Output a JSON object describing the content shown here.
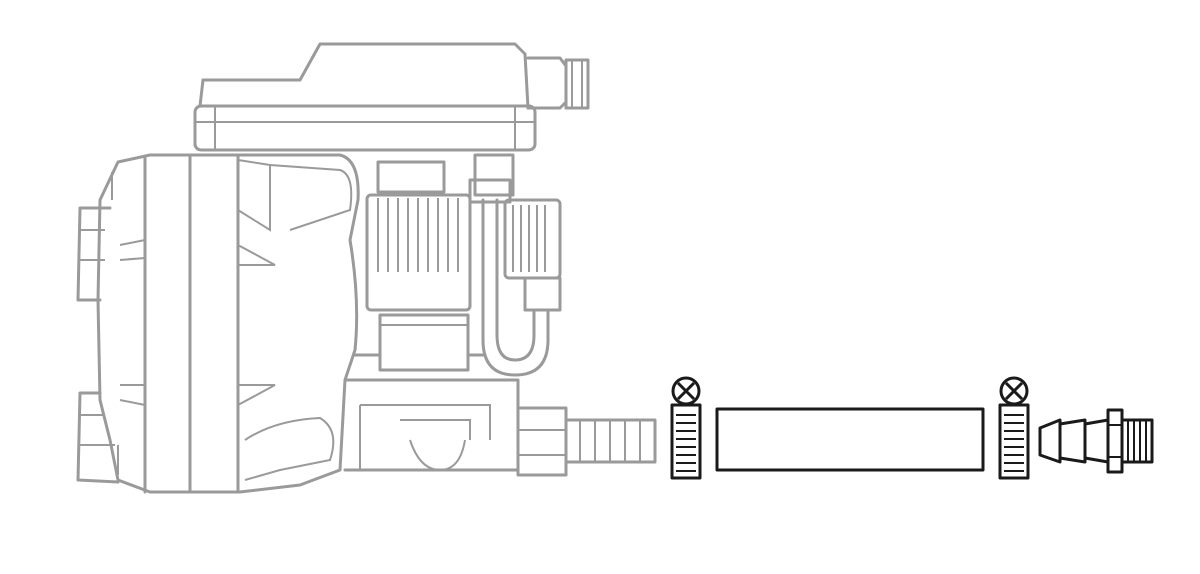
{
  "colors": {
    "drain_unit_outline": "#9a9a9a",
    "accessory_parts_outline": "#1a1a1a",
    "background": "#ffffff"
  },
  "parts": [
    "drain-unit",
    "hose-clamp",
    "hose",
    "hose-clamp",
    "hose-barb-fitting"
  ]
}
